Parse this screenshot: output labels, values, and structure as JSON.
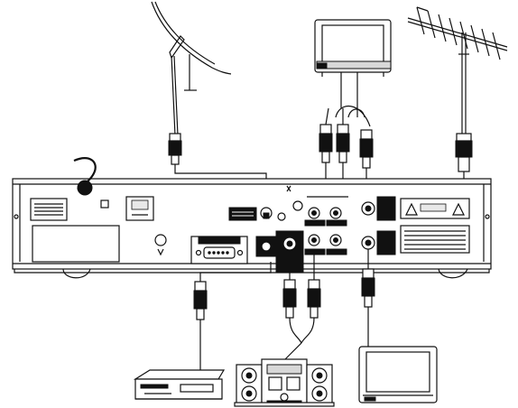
{
  "diagram": {
    "colors": {
      "line": "#111111",
      "background": "#ffffff",
      "panel_fill": "#ffffff",
      "shade": "#d8d8d8"
    },
    "components": [
      {
        "id": "satellite-dish",
        "icon": "satellite-dish-icon"
      },
      {
        "id": "tv-top",
        "icon": "television-icon"
      },
      {
        "id": "roof-antenna",
        "icon": "yagi-antenna-icon"
      },
      {
        "id": "receiver-rear-panel",
        "icon": "receiver-back-panel-icon"
      },
      {
        "id": "vcr",
        "icon": "vcr-icon"
      },
      {
        "id": "stereo-system",
        "icon": "stereo-system-icon"
      },
      {
        "id": "tv-bottom",
        "icon": "television-icon"
      }
    ],
    "connections": [
      {
        "from": "satellite-dish",
        "to": "receiver-rear-panel",
        "cable": "coax-f-connector"
      },
      {
        "from": "roof-antenna",
        "to": "receiver-rear-panel",
        "cable": "coax"
      },
      {
        "from": "receiver-rear-panel",
        "to": "tv-top",
        "cable": "rca-av-3"
      },
      {
        "from": "receiver-rear-panel",
        "to": "stereo-system",
        "cable": "rca-audio-2"
      },
      {
        "from": "receiver-rear-panel",
        "to": "vcr",
        "cable": "rca-single"
      },
      {
        "from": "receiver-rear-panel",
        "to": "tv-bottom",
        "cable": "rca-single"
      }
    ]
  }
}
